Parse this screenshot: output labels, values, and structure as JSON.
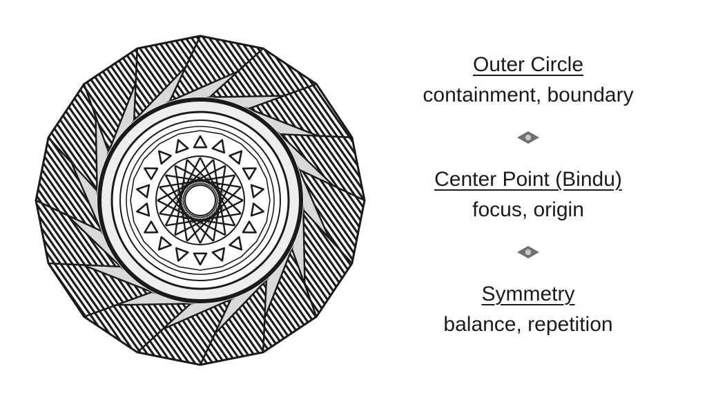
{
  "legend": [
    {
      "heading": "Outer Circle",
      "text": "containment, boundary"
    },
    {
      "heading": "Center Point (Bindu)",
      "text": "focus, origin"
    },
    {
      "heading": "Symmetry",
      "text": "balance, repetition"
    }
  ],
  "divider_icon": "eye-diamond-icon",
  "colors": {
    "ink": "#1a1a1a",
    "shade": "#e6e6e6",
    "divider_fill": "#707070",
    "divider_dot": "#c8c8c8"
  }
}
